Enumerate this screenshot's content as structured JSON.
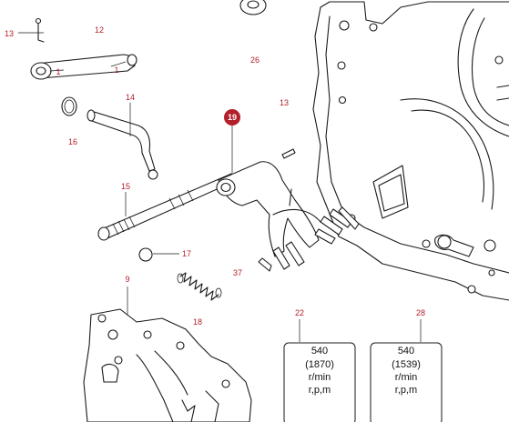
{
  "callouts": {
    "c13a": "13",
    "c12": "12",
    "c1a": "1",
    "c1b": "1",
    "c26": "26",
    "c14": "14",
    "c13b": "13",
    "c19": "19",
    "c16": "16",
    "c15": "15",
    "c17": "17",
    "c37": "37",
    "c9": "9",
    "c18": "18",
    "c22": "22",
    "c28": "28"
  },
  "speed_boxes": [
    {
      "rpm": "540",
      "teeth": "(1870)",
      "unit": "r/min",
      "unit_alt": "r,p,m"
    },
    {
      "rpm": "540",
      "teeth": "(1539)",
      "unit": "r/min",
      "unit_alt": "r,p,m"
    }
  ],
  "colors": {
    "callout": "#b3202a",
    "line": "#1a1a1a",
    "highlight": "#b3202a"
  }
}
